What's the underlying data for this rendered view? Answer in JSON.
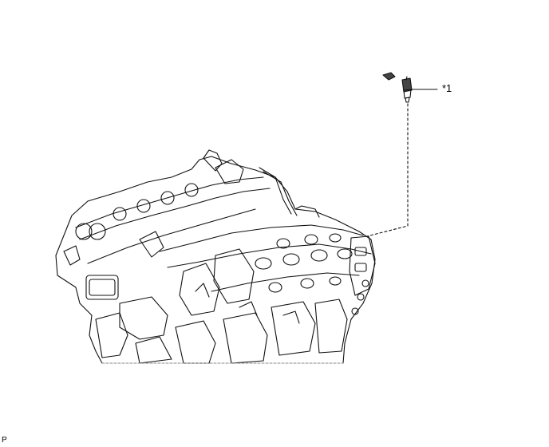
{
  "diagram": {
    "callouts": [
      {
        "id": "1",
        "label": "*1"
      }
    ],
    "corner_code": "P"
  }
}
